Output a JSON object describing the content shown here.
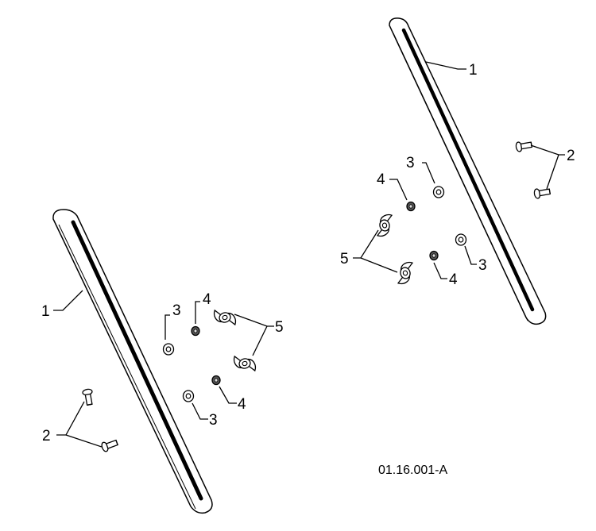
{
  "figure_id": "01.16.001-A",
  "left_assembly": {
    "callouts": [
      "1",
      "2",
      "3",
      "4",
      "5",
      "3",
      "4"
    ]
  },
  "right_assembly": {
    "callouts": [
      "1",
      "2",
      "3",
      "4",
      "5",
      "4",
      "3"
    ]
  }
}
